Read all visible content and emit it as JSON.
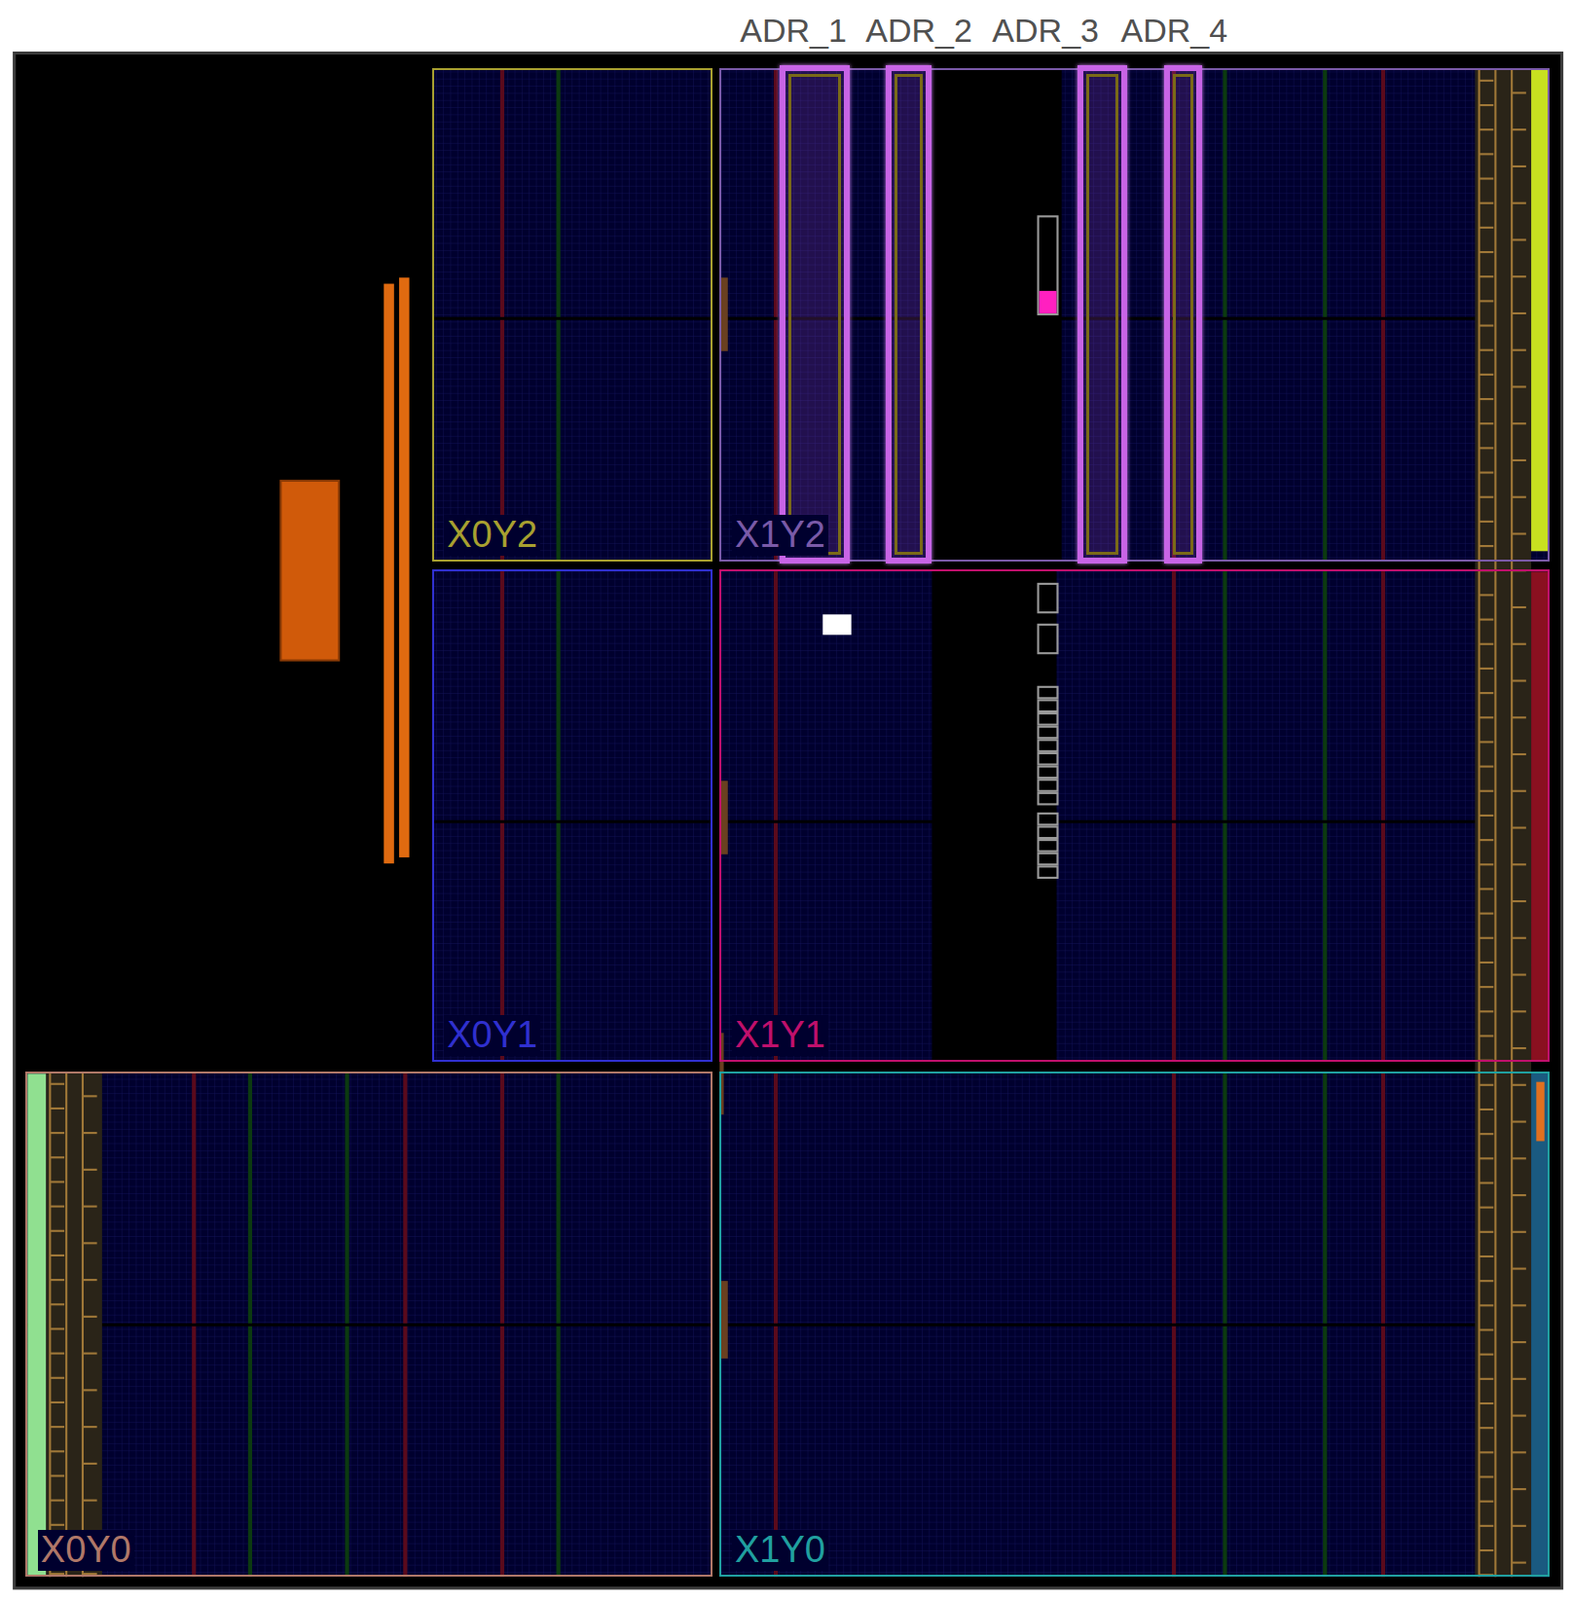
{
  "diagram": {
    "nodes": [
      {
        "text": [
          "X0Y2"
        ]
      },
      {
        "text": [
          "X1Y2"
        ]
      },
      {
        "text": [
          "ADR_1"
        ],
        "in": 1
      },
      {
        "text": [
          "ADR_2"
        ],
        "in": 1
      },
      {
        "text": [
          "ADR_3"
        ],
        "in": 1
      },
      {
        "text": [
          "ADR_4"
        ],
        "in": 1
      },
      {
        "text": [
          "X0Y1"
        ]
      },
      {
        "text": [
          "X1Y1"
        ]
      },
      {
        "text": [
          "X0Y0"
        ]
      },
      {
        "text": [
          "X1Y0"
        ]
      }
    ]
  }
}
